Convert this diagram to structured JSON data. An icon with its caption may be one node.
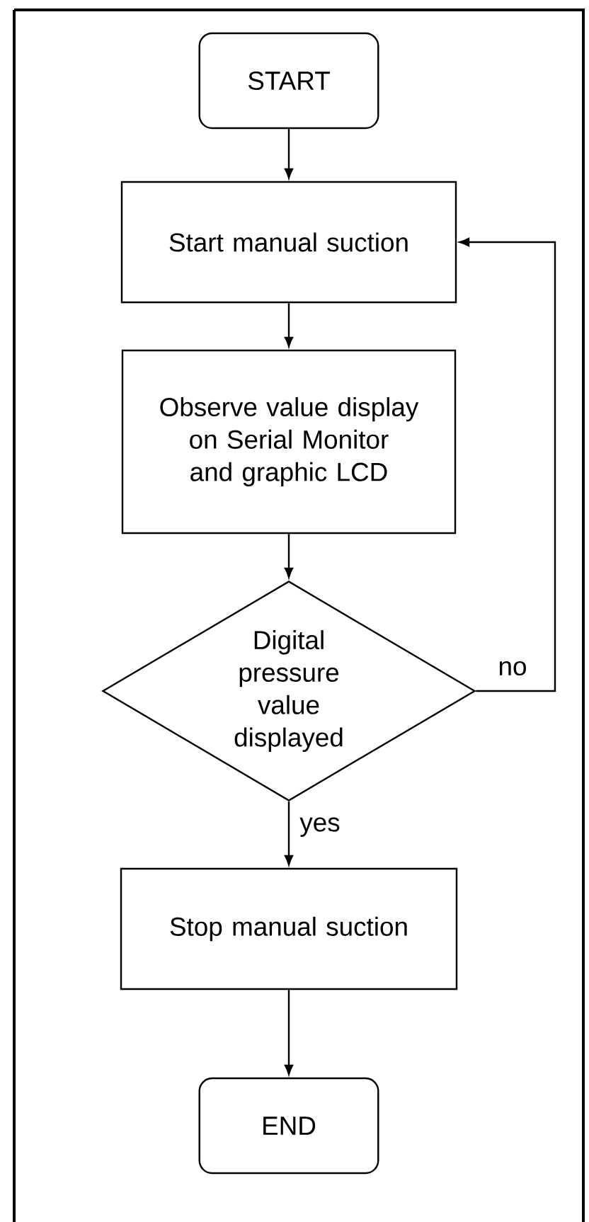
{
  "diagram": {
    "nodes": [
      {
        "text": [
          "START"
        ]
      },
      {
        "text": [
          "Start manual suction"
        ]
      },
      {
        "text": [
          "Observe value display on Serial Monitor and graphic LCD"
        ]
      },
      {
        "text": [
          "Digital pressure value displayed"
        ]
      },
      {
        "text": [
          "Stop manual suction"
        ]
      },
      {
        "text": [
          "END"
        ]
      }
    ],
    "edges": [
      {
        "from": 0,
        "to": 1,
        "arrow": "to"
      },
      {
        "from": 1,
        "to": 2,
        "arrow": "to"
      },
      {
        "from": 2,
        "to": 3,
        "arrow": "to"
      },
      {
        "from": 3,
        "to": 4,
        "arrow": "to",
        "label": "yes"
      },
      {
        "from": 3,
        "to": 1,
        "arrow": "to",
        "label": "no"
      },
      {
        "from": 4,
        "to": 5,
        "arrow": "to"
      }
    ]
  }
}
